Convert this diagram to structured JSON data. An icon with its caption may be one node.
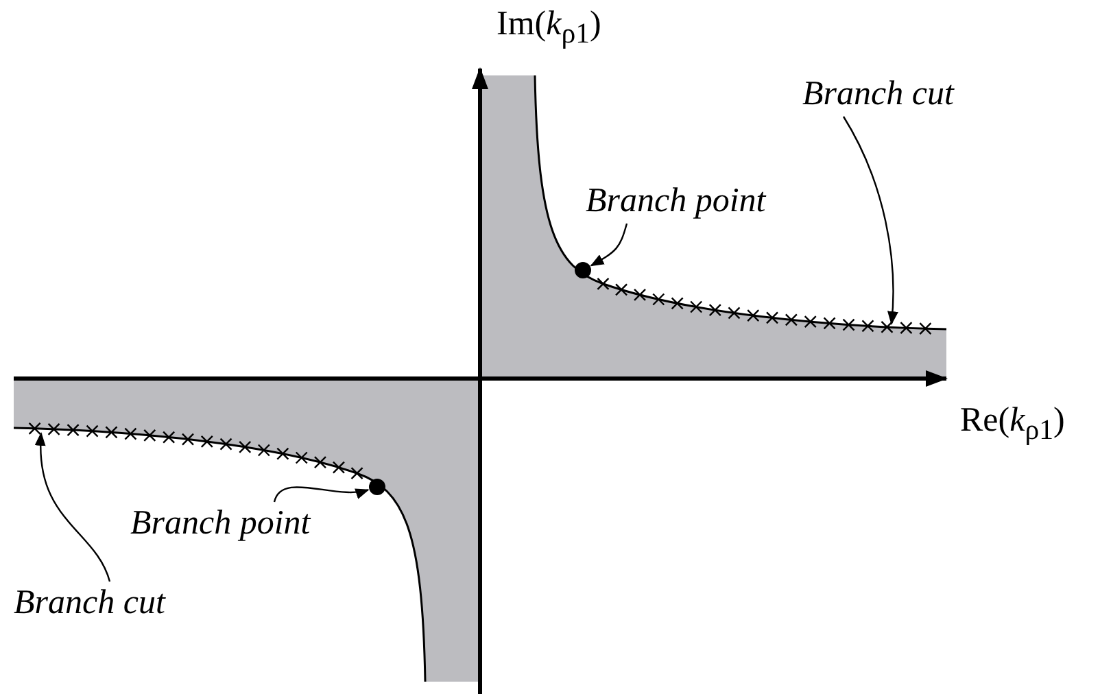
{
  "diagram": {
    "nodes": [
      {
        "text": [
          "*Branch point*"
        ]
      },
      {
        "text": [],
        "shape": "circle"
      },
      {
        "text": [
          "*Branch cut*"
        ]
      },
      {
        "text": [
          "*Branch point*"
        ]
      },
      {
        "text": [],
        "shape": "circle"
      },
      {
        "text": [
          "*Branch cut*"
        ]
      },
      {
        "text": [],
        "shape": "line"
      },
      {
        "text": [],
        "shape": "line"
      }
    ],
    "edges": [
      {
        "from": 0,
        "to": 1,
        "arrow": "to"
      },
      {
        "from": 2,
        "to": 6,
        "arrow": "to"
      },
      {
        "from": 3,
        "to": 4,
        "arrow": "to"
      },
      {
        "from": 5,
        "to": 7,
        "arrow": "to"
      }
    ],
    "labels": [
      "Im(*k*$_{ρ1}$)",
      "Re(*k*$_{ρ1}$)"
    ]
  }
}
